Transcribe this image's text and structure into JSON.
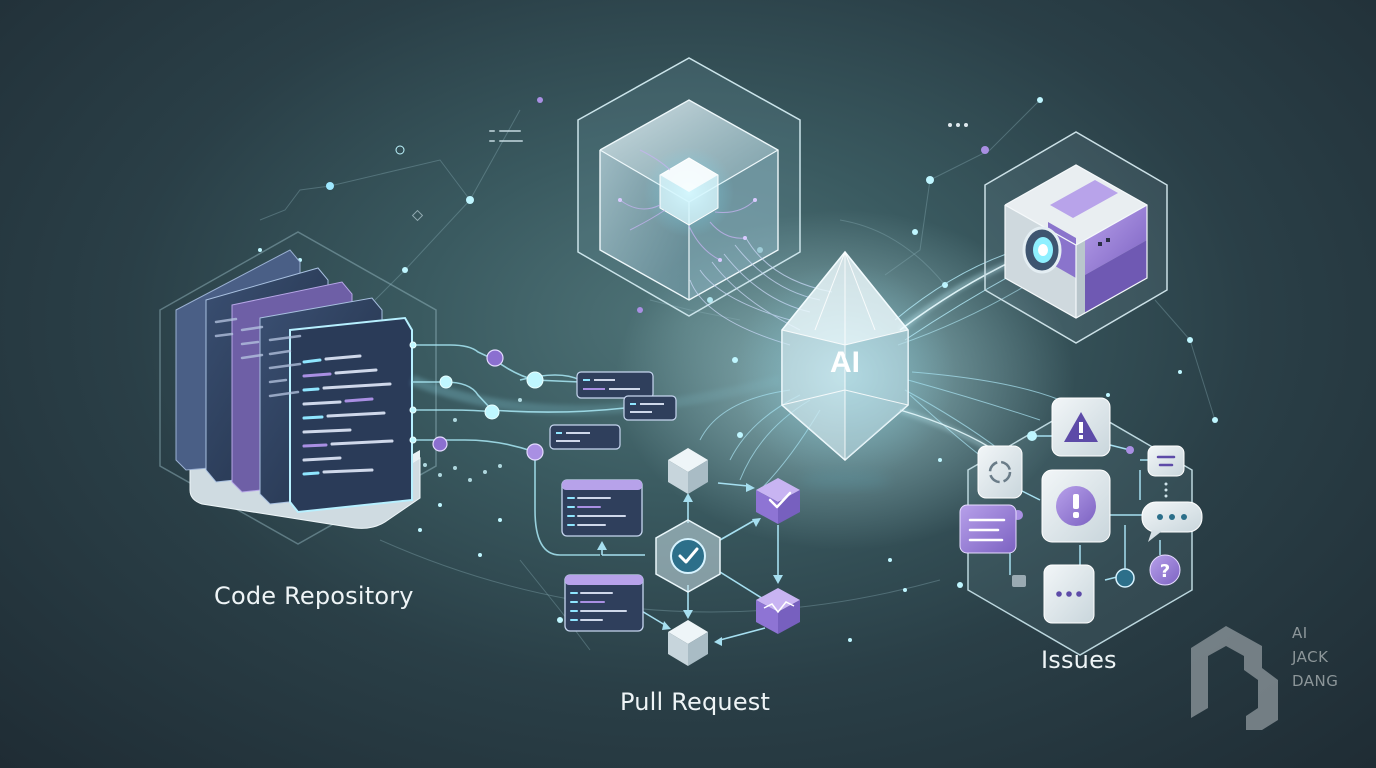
{
  "labels": {
    "code_repository": "Code Repository",
    "pull_request": "Pull Request",
    "issues": "Issues",
    "ai": "AI"
  },
  "watermark": {
    "line1": "AI",
    "line2": "JACK",
    "line3": "DANG"
  },
  "colors": {
    "accent_cyan": "#8be9ff",
    "accent_purple": "#9b7ed9",
    "glass": "#d9ecf2"
  }
}
